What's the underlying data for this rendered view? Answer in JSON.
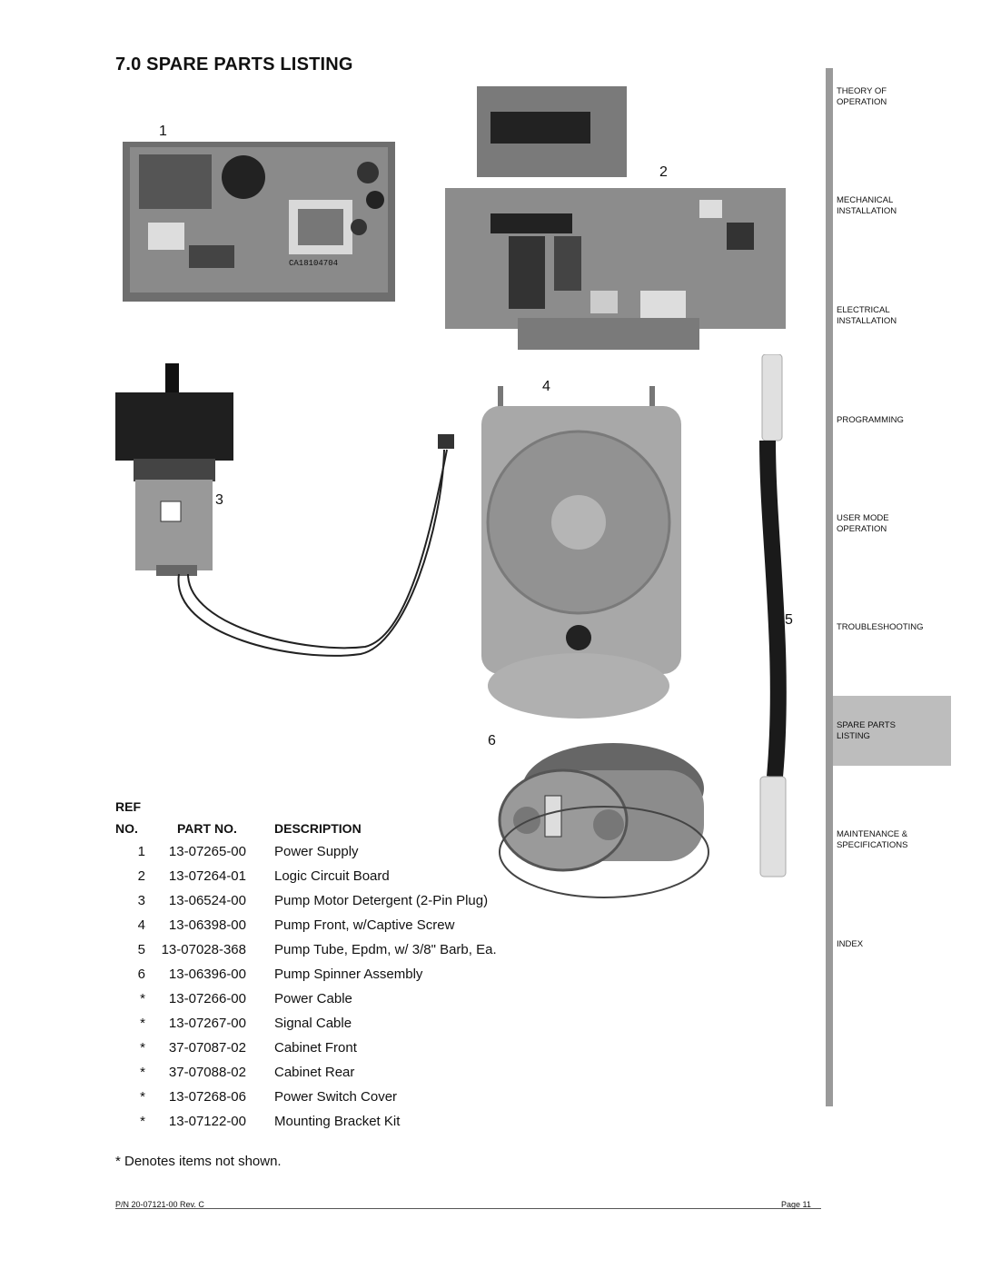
{
  "title": "7.0  SPARE PARTS LISTING",
  "figure_labels": [
    "1",
    "2",
    "3",
    "4",
    "5",
    "6"
  ],
  "sidebar": {
    "items": [
      {
        "label": "THEORY OF\nOPERATION",
        "active": false
      },
      {
        "label": "MECHANICAL\nINSTALLATION",
        "active": false
      },
      {
        "label": "ELECTRICAL\nINSTALLATION",
        "active": false
      },
      {
        "label": "PROGRAMMING",
        "active": false
      },
      {
        "label": "USER MODE\nOPERATION",
        "active": false
      },
      {
        "label": "TROUBLESHOOTING",
        "active": false
      },
      {
        "label": "SPARE PARTS\nLISTING",
        "active": true
      },
      {
        "label": "MAINTENANCE &\nSPECIFICATIONS",
        "active": false
      },
      {
        "label": "INDEX",
        "active": false
      }
    ]
  },
  "table": {
    "header_ref_line1": "REF",
    "header_ref_line2": "NO.",
    "header_part": "PART NO.",
    "header_desc": "DESCRIPTION",
    "rows": [
      {
        "ref": "1",
        "part": "13-07265-00",
        "desc": "Power Supply"
      },
      {
        "ref": "2",
        "part": "13-07264-01",
        "desc": "Logic Circuit Board"
      },
      {
        "ref": "3",
        "part": "13-06524-00",
        "desc": "Pump Motor Detergent (2-Pin Plug)"
      },
      {
        "ref": "4",
        "part": "13-06398-00",
        "desc": "Pump Front, w/Captive Screw"
      },
      {
        "ref": "5",
        "part": "13-07028-368",
        "desc": "Pump Tube, Epdm, w/ 3/8\" Barb, Ea."
      },
      {
        "ref": "6",
        "part": "13-06396-00",
        "desc": "Pump Spinner Assembly"
      },
      {
        "ref": "*",
        "part": "13-07266-00",
        "desc": "Power Cable"
      },
      {
        "ref": "*",
        "part": "13-07267-00",
        "desc": "Signal Cable"
      },
      {
        "ref": "*",
        "part": "37-07087-02",
        "desc": "Cabinet Front"
      },
      {
        "ref": "*",
        "part": "37-07088-02",
        "desc": "Cabinet Rear"
      },
      {
        "ref": "*",
        "part": "13-07268-06",
        "desc": "Power Switch Cover"
      },
      {
        "ref": "*",
        "part": "13-07122-00",
        "desc": "Mounting Bracket Kit"
      }
    ]
  },
  "note": "* Denotes items not shown.",
  "footer": {
    "left": "P/N 20-07121-00 Rev. C",
    "right": "Page 11"
  },
  "power_supply_marking": "CA18104704"
}
